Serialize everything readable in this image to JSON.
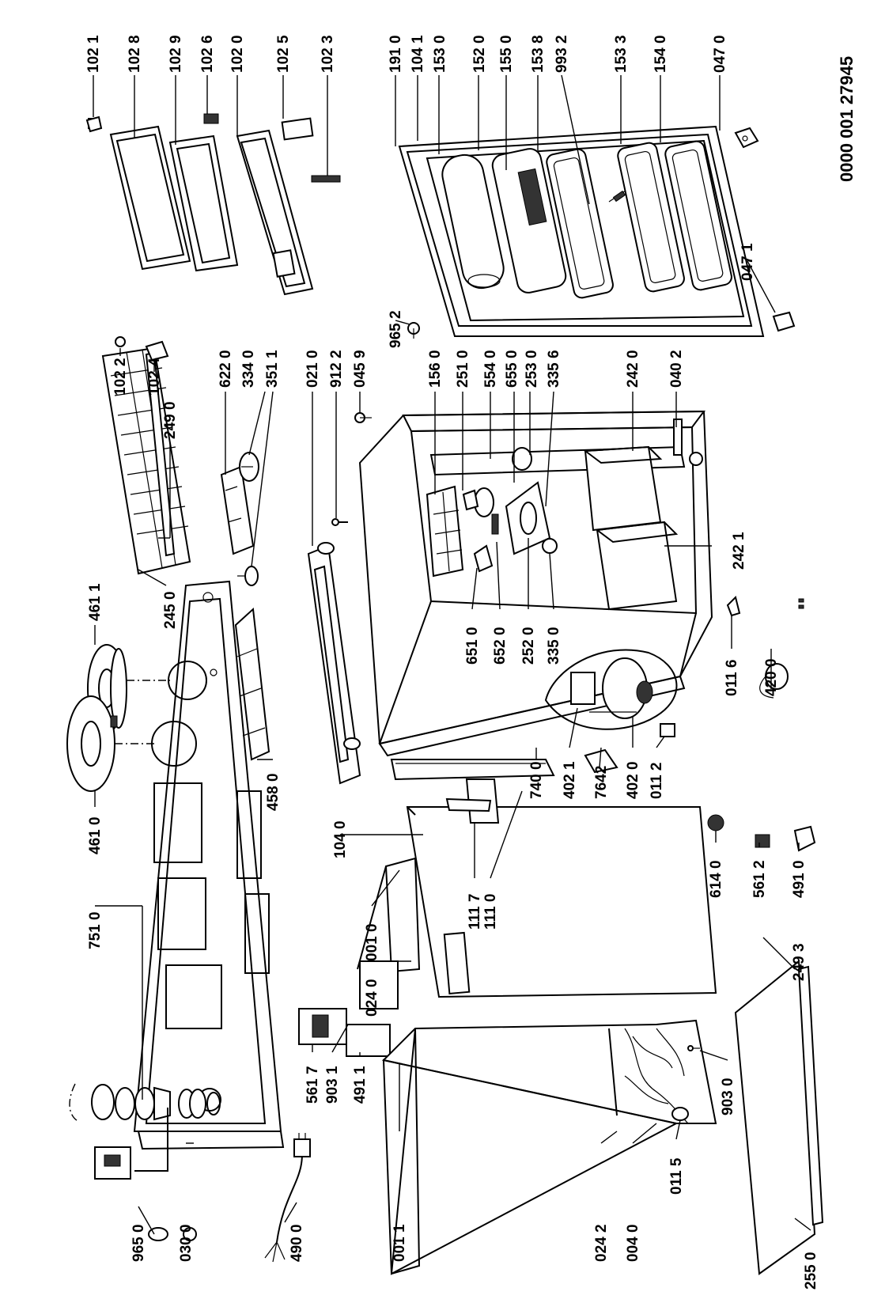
{
  "reference_number": "0000 001 27945",
  "labels": [
    "102 1",
    "102 8",
    "102 9",
    "102 6",
    "102 0",
    "102 5",
    "102 3",
    "191 0",
    "104 1",
    "153 0",
    "152 0",
    "155 0",
    "153 8",
    "993 2",
    "153 3",
    "154 0",
    "047 0",
    "102 2",
    "102 4",
    "249 0",
    "245 0",
    "461 1",
    "461 0",
    "751 0",
    "622 0",
    "334 0",
    "351 1",
    "021 0",
    "912 2",
    "045 9",
    "156 0",
    "251 0",
    "554 0",
    "655 0",
    "253 0",
    "335 6",
    "242 0",
    "040 2",
    "965 2",
    "047 1",
    "242 1",
    "651 0",
    "652 0",
    "252 0",
    "335 0",
    "011 6",
    "420 0",
    "740 0",
    "402 1",
    "7642",
    "402 0",
    "011 2",
    "458 0",
    "104 0",
    "111 7",
    "111 0",
    "001 0",
    "024 0",
    "614 0",
    "561 2",
    "491 0",
    "249 3",
    "561 7",
    "903 1",
    "491 1",
    "965 0",
    "030 0",
    "490 0",
    "001 1",
    "024 2",
    "004 0",
    "011 5",
    "903 0",
    "255 0"
  ]
}
